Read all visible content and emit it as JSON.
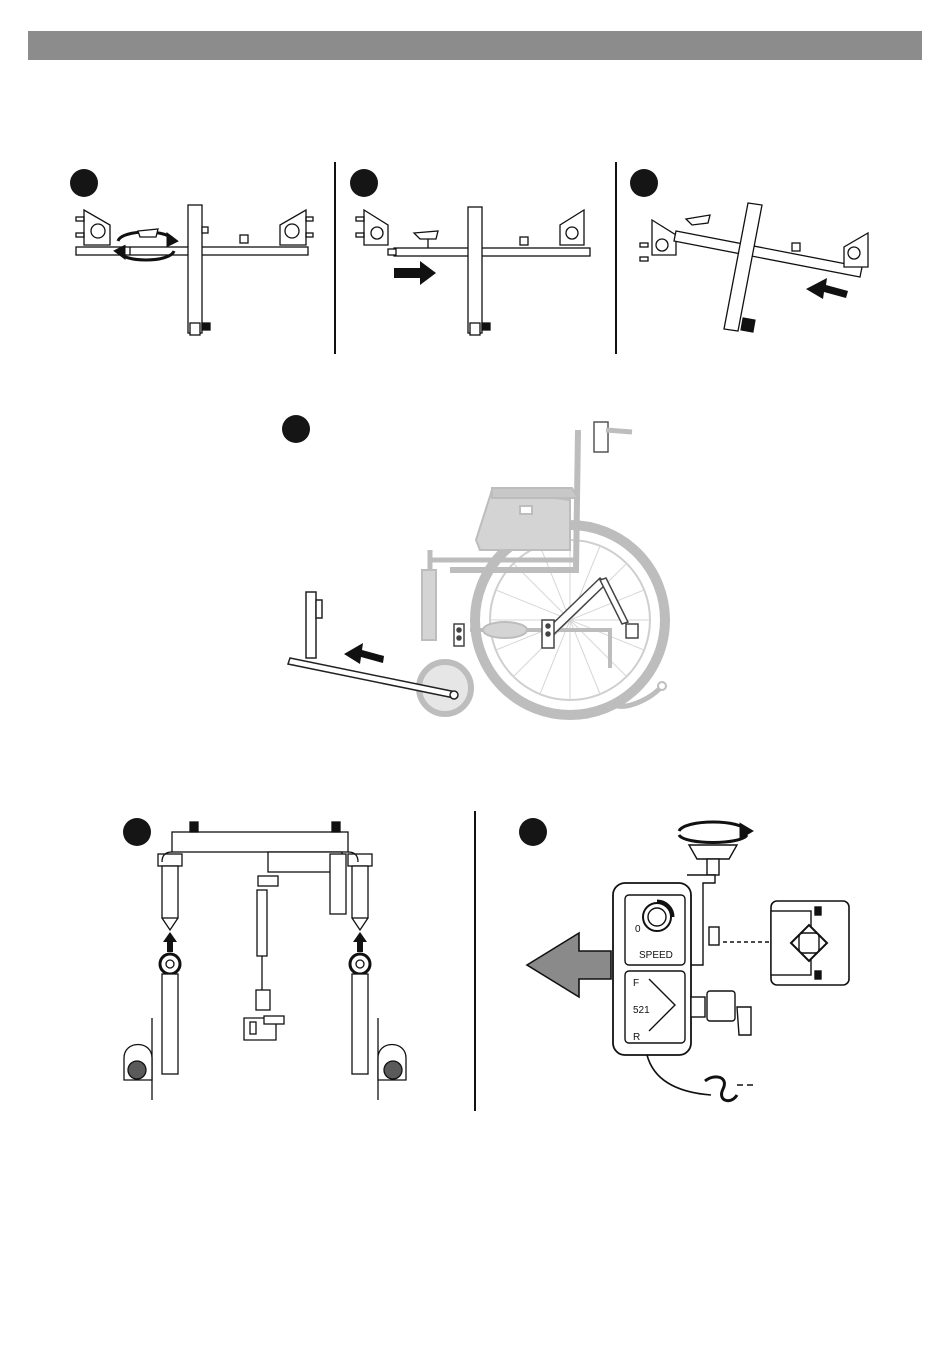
{
  "header": {
    "band": "",
    "color": "#8c8c8c"
  },
  "steps": [
    {
      "id": 1,
      "badge": ""
    },
    {
      "id": 2,
      "badge": ""
    },
    {
      "id": 3,
      "badge": ""
    },
    {
      "id": 4,
      "badge": ""
    },
    {
      "id": 5,
      "badge": ""
    },
    {
      "id": 6,
      "badge": ""
    }
  ],
  "control_unit": {
    "dial_zero": "0",
    "speed_label": "SPEED",
    "forward_label": "F",
    "model_number": "521",
    "reverse_label": "R"
  },
  "icons": {
    "rotate": "rotate-arrows-icon",
    "push_right": "arrow-right-icon",
    "push_left": "arrow-left-icon",
    "up": "arrow-up-icon",
    "big_left": "large-arrow-left-icon"
  },
  "colors": {
    "line": "#111111",
    "ghost": "#bdbdbd",
    "ghost_fill": "#d4d4d4",
    "arrow_fill": "#8a8a8a"
  }
}
